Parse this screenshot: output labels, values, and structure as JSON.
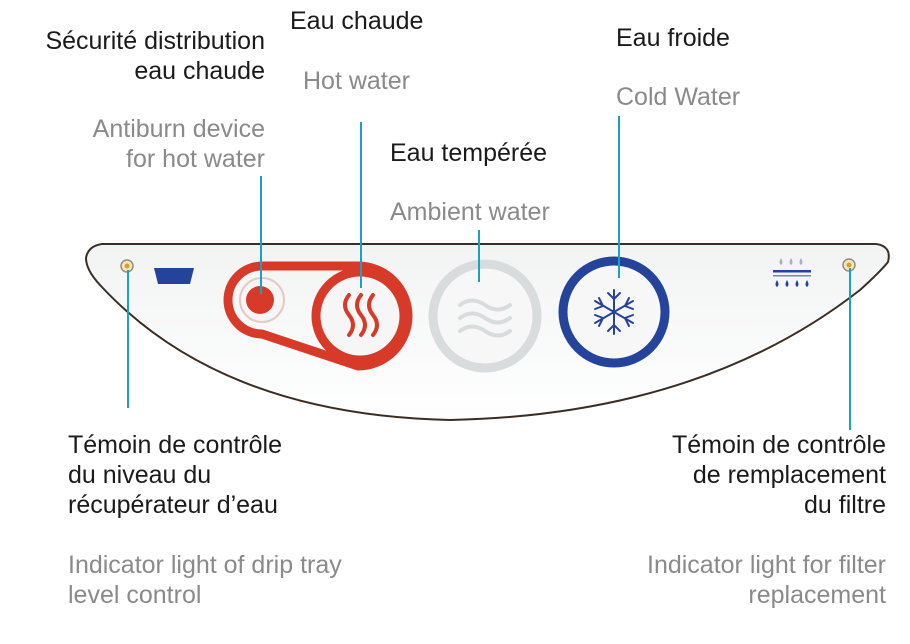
{
  "labels": {
    "antiburn": {
      "fr_line1": "Sécurité distribution",
      "fr_line2": "eau chaude",
      "en_line1": "Antiburn device",
      "en_line2": "for hot water"
    },
    "hot": {
      "fr": "Eau chaude",
      "en": "Hot water"
    },
    "ambient": {
      "fr": "Eau tempérée",
      "en": "Ambient water"
    },
    "cold": {
      "fr": "Eau froide",
      "en": "Cold Water"
    },
    "drip_tray": {
      "fr_line1": "Témoin de contrôle",
      "fr_line2": "du niveau du",
      "fr_line3": "récupérateur d’eau",
      "en_line1": "Indicator light of drip tray",
      "en_line2": "level control"
    },
    "filter": {
      "fr_line1": "Témoin de contrôle",
      "fr_line2": "de remplacement",
      "fr_line3": "du filtre",
      "en_line1": "Indicator light for filter",
      "en_line2": "replacement"
    }
  },
  "colors": {
    "hot_red": "#d83a2a",
    "cold_blue": "#25439a",
    "ambient_grey": "#d9dcdc",
    "leader_line": "#19a3c2",
    "indicator_amber": "#d9a21a"
  },
  "icons": {
    "hot": "steam-waves-icon",
    "ambient": "waves-icon",
    "cold": "snowflake-icon",
    "drip_tray": "drip-tray-icon",
    "filter": "filter-drops-icon"
  }
}
